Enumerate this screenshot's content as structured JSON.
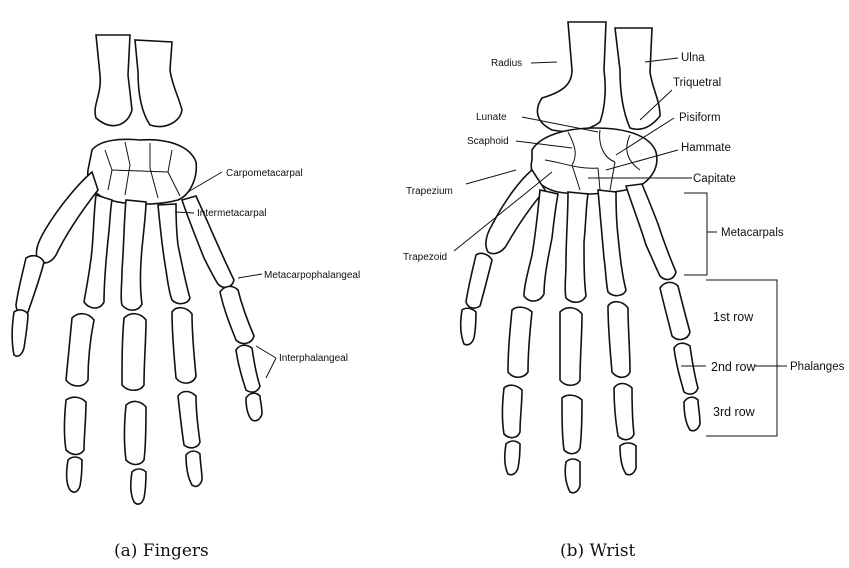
{
  "fingers": {
    "caption": "(a)  Fingers",
    "labels": {
      "carpometacarpal": "Carpometacarpal",
      "intermetacarpal": "Intermetacarpal",
      "metacarpophalangeal": "Metacarpophalangeal",
      "interphalangeal": "Interphalangeal"
    }
  },
  "wrist": {
    "caption": "(b)  Wrist",
    "labels": {
      "radius": "Radius",
      "ulna": "Ulna",
      "triquetral": "Triquetral",
      "lunate": "Lunate",
      "pisiform": "Pisiform",
      "scaphoid": "Scaphoid",
      "hammate": "Hammate",
      "capitate": "Capitate",
      "trapezium": "Trapezium",
      "metacarpals": "Metacarpals",
      "trapezoid": "Trapezoid",
      "row1": "1st row",
      "row2": "2nd row",
      "row3": "3rd row",
      "phalanges": "Phalanges"
    }
  }
}
